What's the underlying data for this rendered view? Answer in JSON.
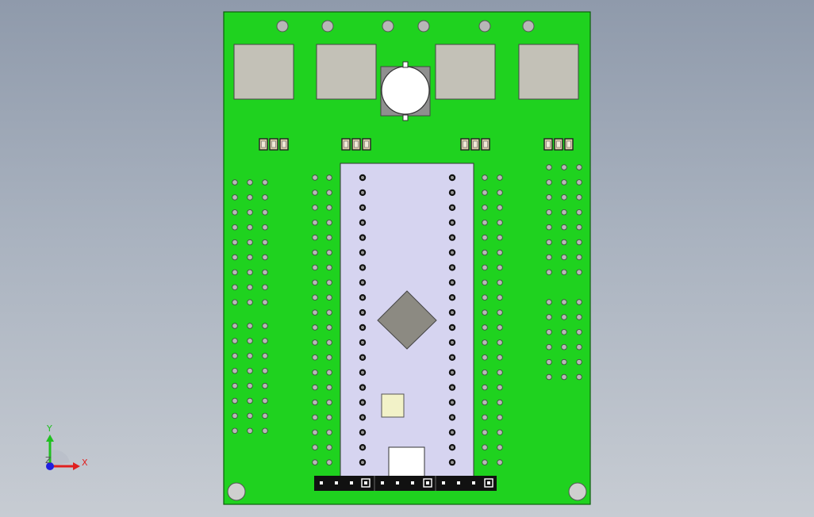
{
  "scene": {
    "colors": {
      "board": "#1fd21f",
      "board_edge": "#0c5e0c",
      "hole": "#b7b7b7",
      "pad": "#c3c1b7",
      "module": "#d6d4f0",
      "chip": "#8c8a82",
      "crystal": "#f2f2c8",
      "connector": "#111111",
      "usb": "#ffffff",
      "resistor_body": "#d9c9a6",
      "axis_x": "#e02020",
      "axis_y": "#20c020",
      "axis_z": "#2020e0"
    }
  },
  "axis_triad": {
    "x_label": "X",
    "y_label": "Y",
    "z_label": "Z"
  }
}
